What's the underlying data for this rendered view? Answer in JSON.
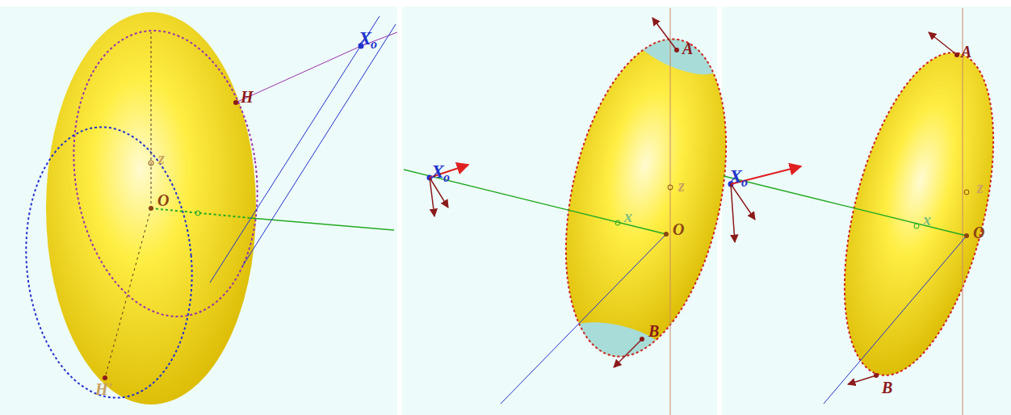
{
  "diagram": {
    "labels": [
      "X",
      "o",
      "H",
      "z",
      "O",
      "H'",
      "X",
      "o",
      "A",
      "z",
      "x",
      "O",
      "B",
      "X",
      "o",
      "A",
      "z",
      "x",
      "O",
      "B"
    ]
  }
}
